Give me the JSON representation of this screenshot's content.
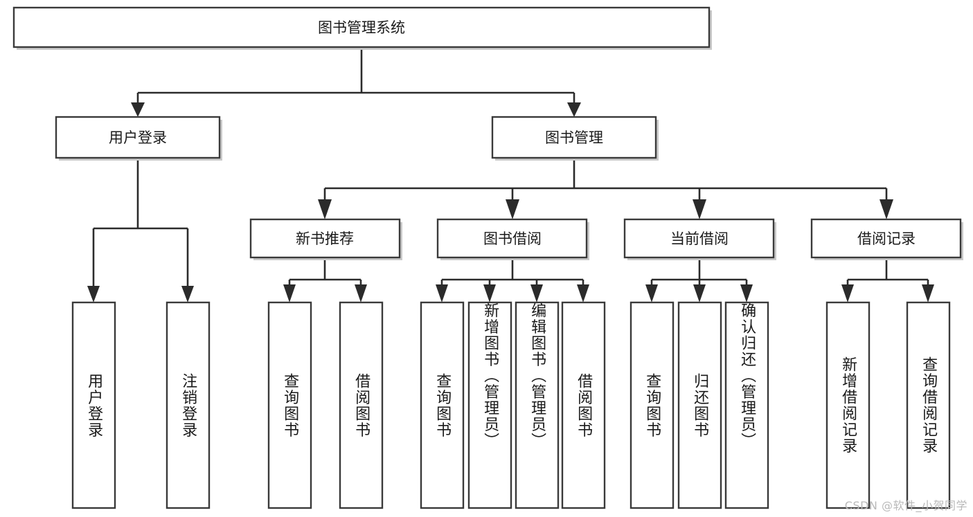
{
  "diagram": {
    "type": "tree",
    "title": "图书管理系统",
    "root": {
      "label": "图书管理系统"
    },
    "level1": [
      {
        "label": "用户登录"
      },
      {
        "label": "图书管理"
      }
    ],
    "level2": [
      {
        "label": "新书推荐"
      },
      {
        "label": "图书借阅"
      },
      {
        "label": "当前借阅"
      },
      {
        "label": "借阅记录"
      }
    ],
    "leaves": {
      "user_login": [
        {
          "label": "用户登录"
        },
        {
          "label": "注销登录"
        }
      ],
      "new_book_recommend": [
        {
          "label": "查询图书"
        },
        {
          "label": "借阅图书"
        }
      ],
      "book_borrow": [
        {
          "label": "查询图书"
        },
        {
          "label": "新增图书（管理员）"
        },
        {
          "label": "编辑图书（管理员）"
        },
        {
          "label": "借阅图书"
        }
      ],
      "current_borrow": [
        {
          "label": "查询图书"
        },
        {
          "label": "归还图书"
        },
        {
          "label": "确认归还（管理员）"
        }
      ],
      "borrow_record": [
        {
          "label": "新增借阅记录"
        },
        {
          "label": "查询借阅记录"
        }
      ]
    }
  },
  "watermark": {
    "text": "CSDN @软件_小贺同学"
  },
  "colors": {
    "box_stroke": "#3a3a3a",
    "connector": "#2b2b2b",
    "background": "#ffffff",
    "text": "#1a1a1a",
    "watermark": "#b9b9b9"
  }
}
